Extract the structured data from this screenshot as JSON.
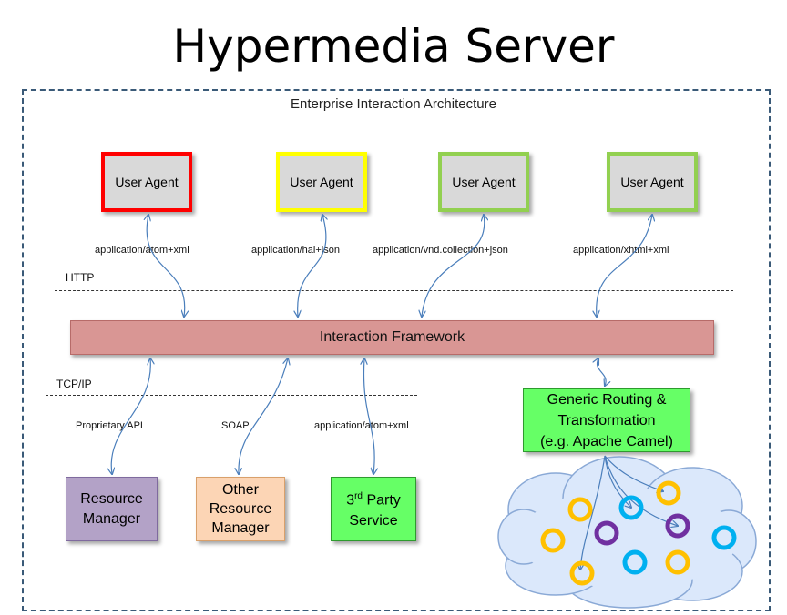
{
  "title": "Hypermedia Server",
  "subtitle": "Enterprise Interaction Architecture",
  "agents": [
    {
      "label": "User Agent",
      "border_color": "#ff0000",
      "media_type": "application/atom+xml"
    },
    {
      "label": "User Agent",
      "border_color": "#ffff00",
      "media_type": "application/hal+json"
    },
    {
      "label": "User Agent",
      "border_color": "#92d050",
      "media_type": "application/vnd.collection+json"
    },
    {
      "label": "User Agent",
      "border_color": "#92d050",
      "media_type": "application/xhtml+xml"
    }
  ],
  "protocols": {
    "http": "HTTP",
    "tcpip": "TCP/IP"
  },
  "framework": {
    "label": "Interaction Framework",
    "color": "#d99694"
  },
  "backends": [
    {
      "label_line1": "Resource",
      "label_line2": "Manager",
      "color": "#b3a2c7",
      "interface": "Proprietary API"
    },
    {
      "label_line1": "Other",
      "label_line2": "Resource",
      "label_line3": "Manager",
      "color": "#fcd5b5",
      "interface": "SOAP"
    },
    {
      "label_prefix": "3",
      "label_sup": "rd",
      "label_suffix": " Party",
      "label_line2": "Service",
      "color": "#66ff66",
      "interface": "application/atom+xml"
    }
  ],
  "routing": {
    "line1": "Generic Routing &",
    "line2": "Transformation",
    "line3": "(e.g. Apache Camel)",
    "color": "#66ff66"
  },
  "cloud_colors": {
    "yellow": "#ffc000",
    "purple": "#7030a0",
    "blue": "#00b0f0",
    "fill": "#dbe8fb"
  }
}
